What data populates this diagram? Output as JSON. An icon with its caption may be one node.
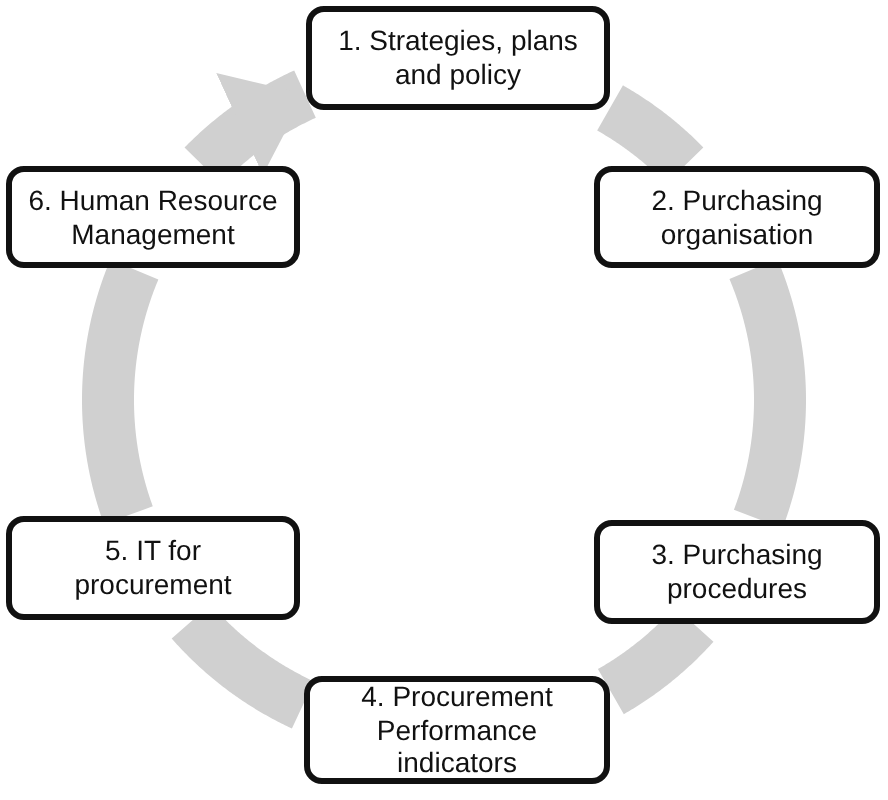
{
  "diagram": {
    "nodes": [
      {
        "text": [
          "1. Strategies, plans and policy"
        ]
      },
      {
        "text": [
          "2. Purchasing organisation"
        ]
      },
      {
        "text": [
          "3. Purchasing procedures"
        ]
      },
      {
        "text": [
          "4. Procurement Performance indicators"
        ]
      },
      {
        "text": [
          "5. IT for procurement"
        ]
      },
      {
        "text": [
          "6. Human Resource Management"
        ]
      }
    ],
    "edges": [
      {
        "from": 0,
        "to": 1,
        "arrow": "none"
      },
      {
        "from": 1,
        "to": 2,
        "arrow": "none"
      },
      {
        "from": 2,
        "to": 3,
        "arrow": "none"
      },
      {
        "from": 3,
        "to": 4,
        "arrow": "none"
      },
      {
        "from": 4,
        "to": 5,
        "arrow": "none"
      },
      {
        "from": 5,
        "to": 0,
        "arrow": "to"
      }
    ]
  }
}
